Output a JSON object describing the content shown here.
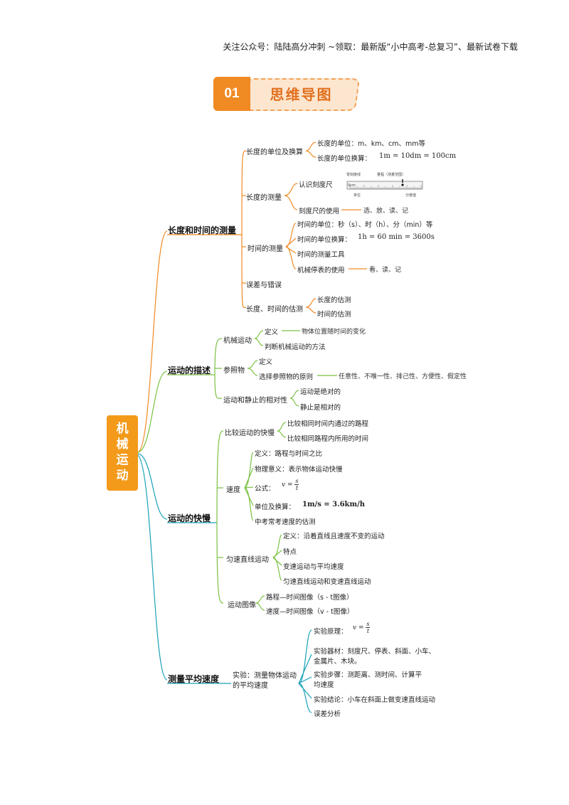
{
  "header": "关注公众号：陆陆高分冲刺 ~领取：最新版“小中高考-总复习”、最新试卷下载",
  "section": {
    "number": "01",
    "title": "思维导图"
  },
  "colors": {
    "orange": "#f08a23",
    "green": "#7cc243",
    "teal": "#1aa1b8"
  },
  "root": "机械运动",
  "b1": {
    "title": "长度和时间的测量",
    "n1": {
      "label": "长度的单位及换算",
      "c1": "长度的单位：m、km、cm、mm等",
      "c2": "长度的单位换算：",
      "c2f": "1m = 10dm = 100cm"
    },
    "n2": {
      "label": "长度的测量",
      "c1": "认识刻度尺",
      "c2": "刻度尺的使用",
      "c2d": "选、放、读、记",
      "ruler": {
        "t1": "零刻度线",
        "t2": "量程（测量范围）",
        "b1": "单位",
        "b2": "分度值",
        "unit": "0cm"
      }
    },
    "n3": {
      "label": "时间的测量",
      "c1": "时间的单位：秒（s）、时（h）、分（min）等",
      "c2": "时间的单位换算：",
      "c2f": "1h = 60 min = 3600s",
      "c3": "时间的测量工具",
      "c4": "机械停表的使用",
      "c4d": "看、读、记"
    },
    "n4": {
      "label": "误差与错误"
    },
    "n5": {
      "label": "长度、时间的估测",
      "c1": "长度的估测",
      "c2": "时间的估测"
    }
  },
  "b2": {
    "title": "运动的描述",
    "n1": {
      "label": "机械运动",
      "c1": "定义",
      "c1d": "物体位置随时间的变化",
      "c2": "判断机械运动的方法"
    },
    "n2": {
      "label": "参照物",
      "c1": "定义",
      "c2": "选择参照物的原则",
      "c2d": "任意性、不唯一性、排己性、方便性、假定性"
    },
    "n3": {
      "label": "运动和静止的相对性",
      "c1": "运动是绝对的",
      "c2": "静止是相对的"
    }
  },
  "b3": {
    "title": "运动的快慢",
    "n1": {
      "label": "比较运动的快慢",
      "c1": "比较相同时间内通过的路程",
      "c2": "比较相同路程内所用的时间"
    },
    "n2": {
      "label": "速度",
      "c1": "定义：路程与时间之比",
      "c2": "物理意义：表示物体运动快慢",
      "c3": "公式：",
      "c4": "单位及换算：",
      "c4f": "1m/s = 3.6km/h",
      "c5": "中考常考速度的估测",
      "formula": {
        "lhs": "v =",
        "num": "s",
        "den": "t"
      }
    },
    "n3": {
      "label": "匀速直线运动",
      "c1": "定义：沿着直线且速度不变的运动",
      "c2": "特点",
      "c3": "变速运动与平均速度",
      "c4": "匀速直线运动和变速直线运动"
    },
    "n4": {
      "label": "运动图像",
      "c1": "路程—时间图像（s - t图像）",
      "c2": "速度—时间图像（v - t图像）"
    }
  },
  "b4": {
    "title": "测量平均速度",
    "n1": {
      "label1": "实验：测量物体运动",
      "label2": "的平均速度",
      "c1": "实验原理：",
      "c2a": "实验器材：刻度尺、停表、斜面、小车、",
      "c2b": "金属片、木块。",
      "c3a": "实验步骤：测距离、测时间、计算平",
      "c3b": "均速度",
      "c4": "实验结论：小车在斜面上做变速直线运动",
      "c5": "误差分析",
      "formula": {
        "lhs": "v =",
        "num": "s",
        "den": "t"
      }
    }
  }
}
